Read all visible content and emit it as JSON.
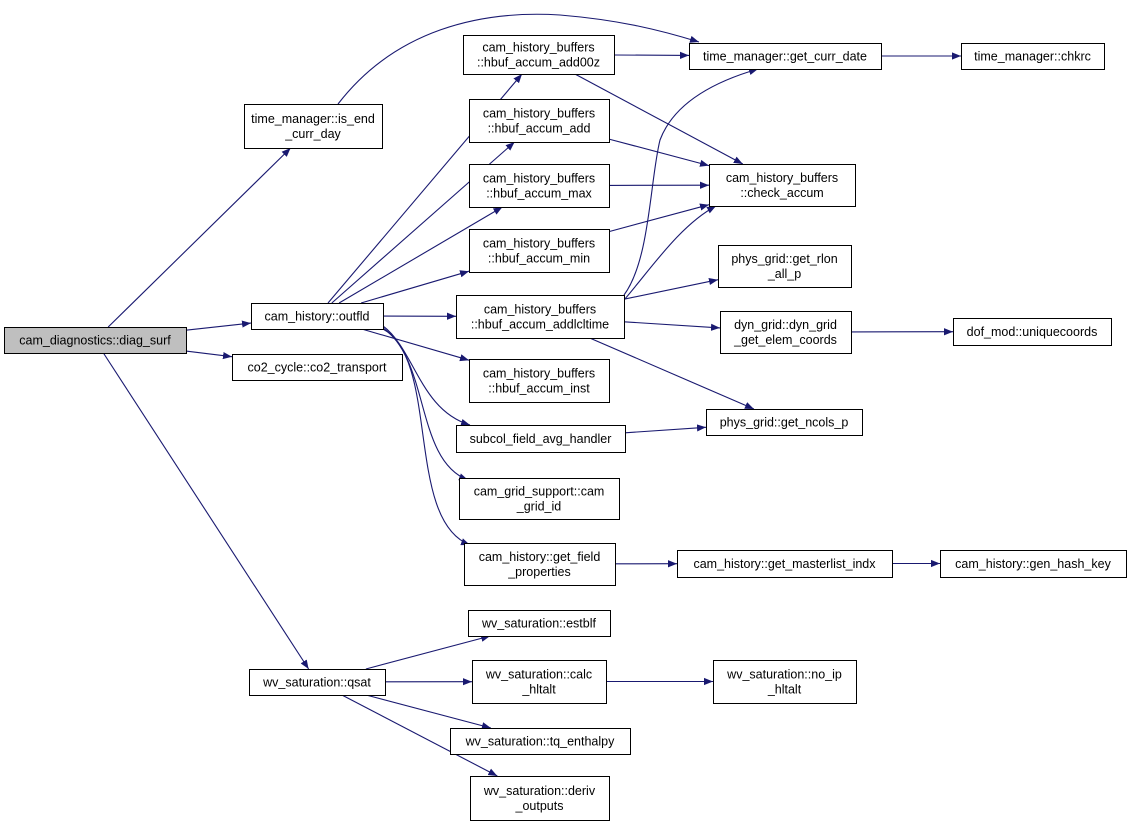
{
  "colors": {
    "edge": "#191970",
    "root_fill": "#bfbfbf",
    "node_fill": "#ffffff",
    "border": "#000000"
  },
  "nodes": [
    {
      "id": "diag_surf",
      "lines": [
        "cam_diagnostics::diag_surf"
      ],
      "root": true
    },
    {
      "id": "is_end_curr_day",
      "lines": [
        "time_manager::is_end",
        "_curr_day"
      ]
    },
    {
      "id": "outfld",
      "lines": [
        "cam_history::outfld"
      ]
    },
    {
      "id": "co2_transport",
      "lines": [
        "co2_cycle::co2_transport"
      ]
    },
    {
      "id": "qsat",
      "lines": [
        "wv_saturation::qsat"
      ]
    },
    {
      "id": "hbuf_accum_add00z",
      "lines": [
        "cam_history_buffers",
        "::hbuf_accum_add00z"
      ]
    },
    {
      "id": "hbuf_accum_add",
      "lines": [
        "cam_history_buffers",
        "::hbuf_accum_add"
      ]
    },
    {
      "id": "hbuf_accum_max",
      "lines": [
        "cam_history_buffers",
        "::hbuf_accum_max"
      ]
    },
    {
      "id": "hbuf_accum_min",
      "lines": [
        "cam_history_buffers",
        "::hbuf_accum_min"
      ]
    },
    {
      "id": "hbuf_accum_addlcltime",
      "lines": [
        "cam_history_buffers",
        "::hbuf_accum_addlcltime"
      ]
    },
    {
      "id": "hbuf_accum_inst",
      "lines": [
        "cam_history_buffers",
        "::hbuf_accum_inst"
      ]
    },
    {
      "id": "subcol_field_avg_handler",
      "lines": [
        "subcol_field_avg_handler"
      ]
    },
    {
      "id": "cam_grid_id",
      "lines": [
        "cam_grid_support::cam",
        "_grid_id"
      ]
    },
    {
      "id": "get_field_properties",
      "lines": [
        "cam_history::get_field",
        "_properties"
      ]
    },
    {
      "id": "get_curr_date",
      "lines": [
        "time_manager::get_curr_date"
      ]
    },
    {
      "id": "check_accum",
      "lines": [
        "cam_history_buffers",
        "::check_accum"
      ]
    },
    {
      "id": "get_rlon_all_p",
      "lines": [
        "phys_grid::get_rlon",
        "_all_p"
      ]
    },
    {
      "id": "get_elem_coords",
      "lines": [
        "dyn_grid::dyn_grid",
        "_get_elem_coords"
      ]
    },
    {
      "id": "get_ncols_p",
      "lines": [
        "phys_grid::get_ncols_p"
      ]
    },
    {
      "id": "get_masterlist_indx",
      "lines": [
        "cam_history::get_masterlist_indx"
      ]
    },
    {
      "id": "chkrc",
      "lines": [
        "time_manager::chkrc"
      ]
    },
    {
      "id": "uniquecoords",
      "lines": [
        "dof_mod::uniquecoords"
      ]
    },
    {
      "id": "gen_hash_key",
      "lines": [
        "cam_history::gen_hash_key"
      ]
    },
    {
      "id": "estblf",
      "lines": [
        "wv_saturation::estblf"
      ]
    },
    {
      "id": "calc_hltalt",
      "lines": [
        "wv_saturation::calc",
        "_hltalt"
      ]
    },
    {
      "id": "tq_enthalpy",
      "lines": [
        "wv_saturation::tq_enthalpy"
      ]
    },
    {
      "id": "deriv_outputs",
      "lines": [
        "wv_saturation::deriv",
        "_outputs"
      ]
    },
    {
      "id": "no_ip_hltalt",
      "lines": [
        "wv_saturation::no_ip",
        "_hltalt"
      ]
    }
  ],
  "edges": [
    [
      "diag_surf",
      "is_end_curr_day"
    ],
    [
      "diag_surf",
      "outfld"
    ],
    [
      "diag_surf",
      "co2_transport"
    ],
    [
      "diag_surf",
      "qsat"
    ],
    [
      "is_end_curr_day",
      "get_curr_date"
    ],
    [
      "outfld",
      "hbuf_accum_add00z"
    ],
    [
      "outfld",
      "hbuf_accum_add"
    ],
    [
      "outfld",
      "hbuf_accum_max"
    ],
    [
      "outfld",
      "hbuf_accum_min"
    ],
    [
      "outfld",
      "hbuf_accum_addlcltime"
    ],
    [
      "outfld",
      "hbuf_accum_inst"
    ],
    [
      "outfld",
      "subcol_field_avg_handler"
    ],
    [
      "outfld",
      "cam_grid_id"
    ],
    [
      "outfld",
      "get_field_properties"
    ],
    [
      "hbuf_accum_add00z",
      "get_curr_date"
    ],
    [
      "hbuf_accum_add00z",
      "check_accum"
    ],
    [
      "hbuf_accum_add",
      "check_accum"
    ],
    [
      "hbuf_accum_max",
      "check_accum"
    ],
    [
      "hbuf_accum_min",
      "check_accum"
    ],
    [
      "hbuf_accum_addlcltime",
      "get_curr_date"
    ],
    [
      "hbuf_accum_addlcltime",
      "check_accum"
    ],
    [
      "hbuf_accum_addlcltime",
      "get_rlon_all_p"
    ],
    [
      "hbuf_accum_addlcltime",
      "get_elem_coords"
    ],
    [
      "hbuf_accum_addlcltime",
      "get_ncols_p"
    ],
    [
      "subcol_field_avg_handler",
      "get_ncols_p"
    ],
    [
      "get_field_properties",
      "get_masterlist_indx"
    ],
    [
      "get_curr_date",
      "chkrc"
    ],
    [
      "get_elem_coords",
      "uniquecoords"
    ],
    [
      "get_masterlist_indx",
      "gen_hash_key"
    ],
    [
      "qsat",
      "estblf"
    ],
    [
      "qsat",
      "calc_hltalt"
    ],
    [
      "qsat",
      "tq_enthalpy"
    ],
    [
      "qsat",
      "deriv_outputs"
    ],
    [
      "calc_hltalt",
      "no_ip_hltalt"
    ]
  ]
}
